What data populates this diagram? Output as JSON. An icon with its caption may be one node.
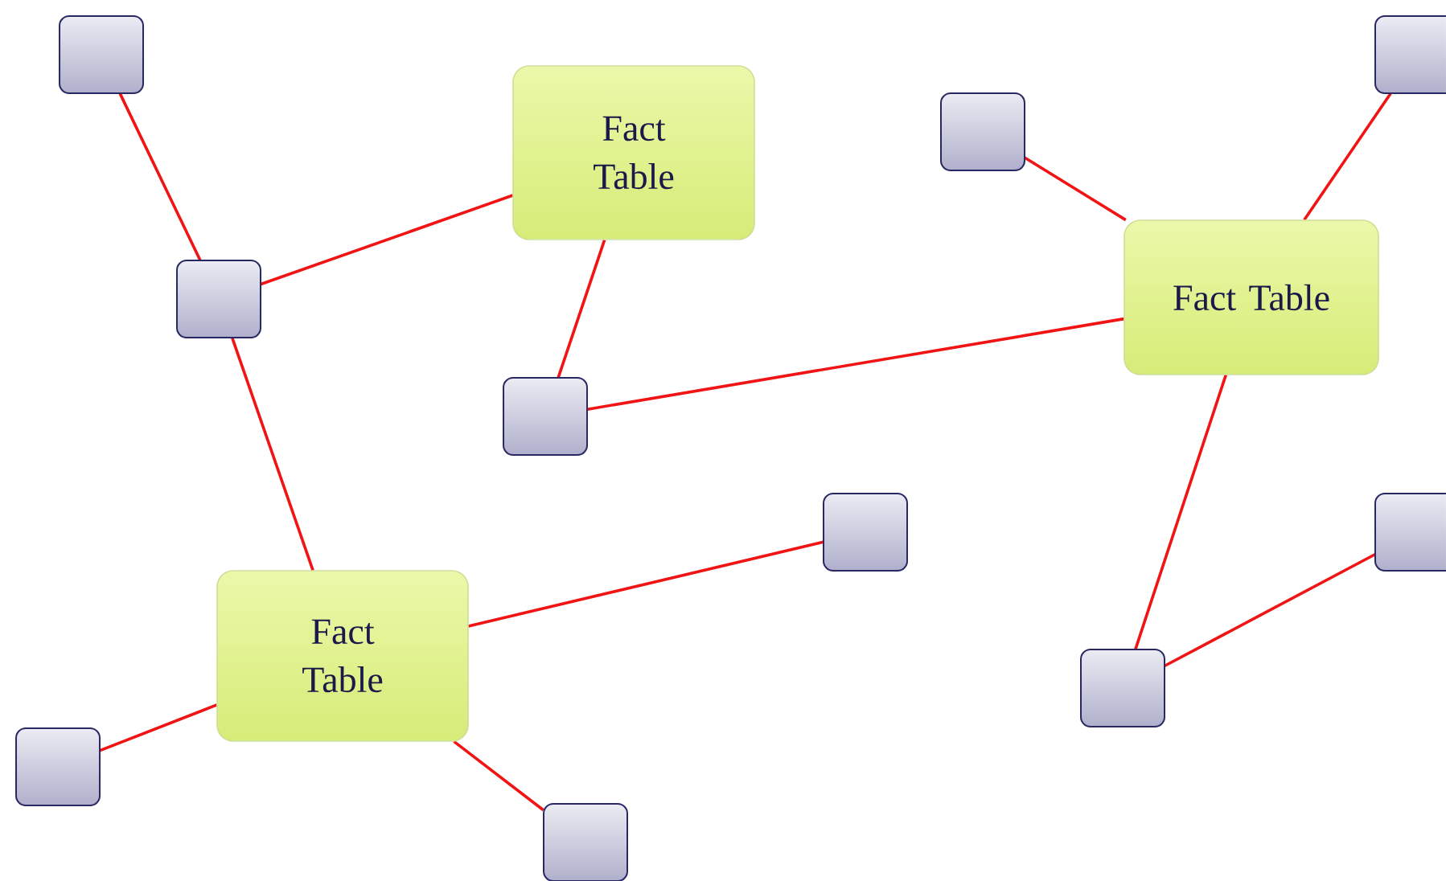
{
  "diagram": {
    "nodes": [
      {
        "text": [],
        "shape": "box"
      },
      {
        "text": [],
        "shape": "box"
      },
      {
        "text": [],
        "shape": "box"
      },
      {
        "text": [
          "Fact Table"
        ]
      },
      {
        "text": [
          "Fact Table"
        ]
      },
      {
        "text": [],
        "shape": "box"
      },
      {
        "text": [],
        "shape": "box"
      },
      {
        "text": [],
        "shape": "box"
      },
      {
        "text": [],
        "shape": "box"
      },
      {
        "text": [
          "Fact Table"
        ]
      },
      {
        "text": [],
        "shape": "box"
      },
      {
        "text": [],
        "shape": "box"
      },
      {
        "text": [],
        "shape": "box"
      }
    ],
    "edges": [
      {
        "from": 0,
        "to": 5,
        "arrow": "none"
      },
      {
        "from": 5,
        "to": 3,
        "arrow": "none"
      },
      {
        "from": 3,
        "to": 6,
        "arrow": "none"
      },
      {
        "from": 6,
        "to": 4,
        "arrow": "none"
      },
      {
        "from": 2,
        "to": 4,
        "arrow": "none"
      },
      {
        "from": 1,
        "to": 4,
        "arrow": "none"
      },
      {
        "from": 4,
        "to": 10,
        "arrow": "none"
      },
      {
        "from": 10,
        "to": 8,
        "arrow": "none"
      },
      {
        "from": 5,
        "to": 9,
        "arrow": "none"
      },
      {
        "from": 9,
        "to": 7,
        "arrow": "none"
      },
      {
        "from": 9,
        "to": 11,
        "arrow": "none"
      },
      {
        "from": 9,
        "to": 12,
        "arrow": "none"
      }
    ]
  }
}
